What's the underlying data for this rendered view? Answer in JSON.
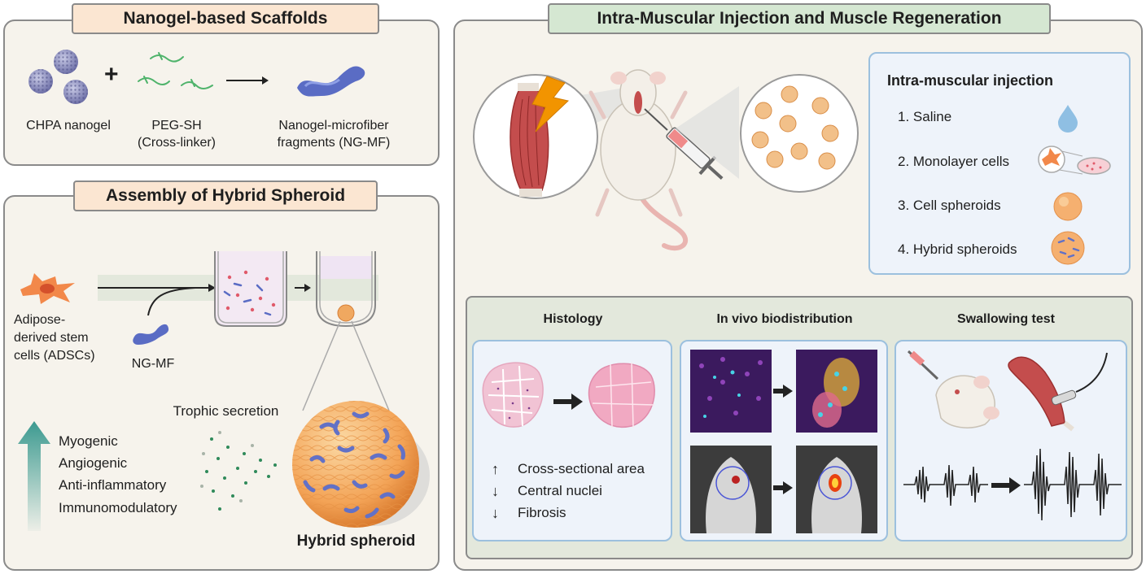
{
  "left_top": {
    "title": "Nanogel-based Scaffolds",
    "plus": "+",
    "labels": [
      "CHPA nanogel",
      "PEG-SH",
      "(Cross-linker)",
      "Nanogel-microfiber",
      "fragments (NG-MF)"
    ]
  },
  "left_bottom": {
    "title": "Assembly of Hybrid Spheroid",
    "adsc_lines": [
      "Adipose-",
      "derived stem",
      "cells (ADSCs)"
    ],
    "ngmf": "NG-MF",
    "trophic": "Trophic secretion",
    "effects": [
      "Myogenic",
      "Angiogenic",
      "Anti-inflammatory",
      "Immunomodulatory"
    ],
    "hybrid": "Hybrid spheroid"
  },
  "right": {
    "title": "Intra-Muscular Injection and Muscle Regeneration",
    "injection": {
      "heading": "Intra-muscular injection",
      "items": [
        "1.  Saline",
        "2.  Monolayer cells",
        "3.  Cell spheroids",
        "4.  Hybrid spheroids"
      ]
    },
    "histology": {
      "title": "Histology",
      "results": [
        {
          "arrow": "↑",
          "text": "Cross-sectional area"
        },
        {
          "arrow": "↓",
          "text": "Central nuclei"
        },
        {
          "arrow": "↓",
          "text": "Fibrosis"
        }
      ]
    },
    "biodistribution": {
      "title": "In vivo biodistribution"
    },
    "swallowing": {
      "title": "Swallowing test"
    }
  },
  "colors": {
    "panel_border": "#8a8a8a",
    "panel_bg": "#f6f3ec",
    "left_title_bg": "#fbe6d2",
    "right_title_bg": "#d5e7d2",
    "subpanel_border": "#9cc0de",
    "teal_arrow": "#3c9a90",
    "lightning": "#f29400"
  },
  "icons": [
    "nanogel-icon",
    "peg-fiber-icon",
    "microfiber-icon",
    "stem-cell-icon",
    "well-icon",
    "spheroid-icon",
    "rat-icon",
    "muscle-icon",
    "lightning-icon",
    "syringe-icon",
    "droplet-icon",
    "petri-dish-icon",
    "tissue-icon",
    "fluorescence-icon",
    "waveform-icon",
    "electrode-icon"
  ]
}
